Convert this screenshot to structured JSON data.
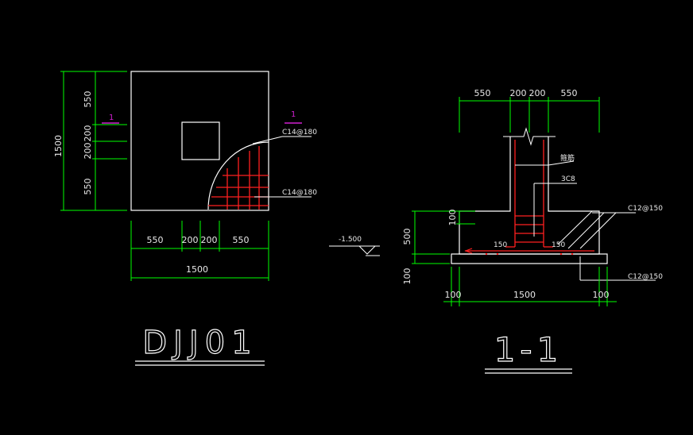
{
  "colors": {
    "background": "#000000",
    "outline": "#ffffff",
    "dimension": "#00ff00",
    "rebar": "#ff2020",
    "section_mark": "#d020d0",
    "text": "#e8e8e8"
  },
  "plan": {
    "title": "DJJ01",
    "section_mark": "1",
    "rebar_label_top": "C14@180",
    "rebar_label_bottom": "C14@180",
    "dim_left_total": "1500",
    "dim_left_parts": [
      "550",
      "200",
      "200",
      "550"
    ],
    "dim_bottom_parts": [
      "550",
      "200",
      "200",
      "550"
    ],
    "dim_bottom_total": "1500"
  },
  "section": {
    "title": "1-1",
    "top_dims": [
      "550",
      "200",
      "200",
      "550"
    ],
    "tag_top": "箍筋",
    "label_stirrup": "3C8",
    "label_top_bar": "C12@150",
    "label_bottom_bar": "C12@150",
    "hook_left": "150",
    "hook_right": "150",
    "elevation": "-1.500",
    "dim_left_100": "100",
    "dim_left_500": "500",
    "dim_left_cushion": "100",
    "bottom_dims": [
      "100",
      "1500",
      "100"
    ]
  }
}
